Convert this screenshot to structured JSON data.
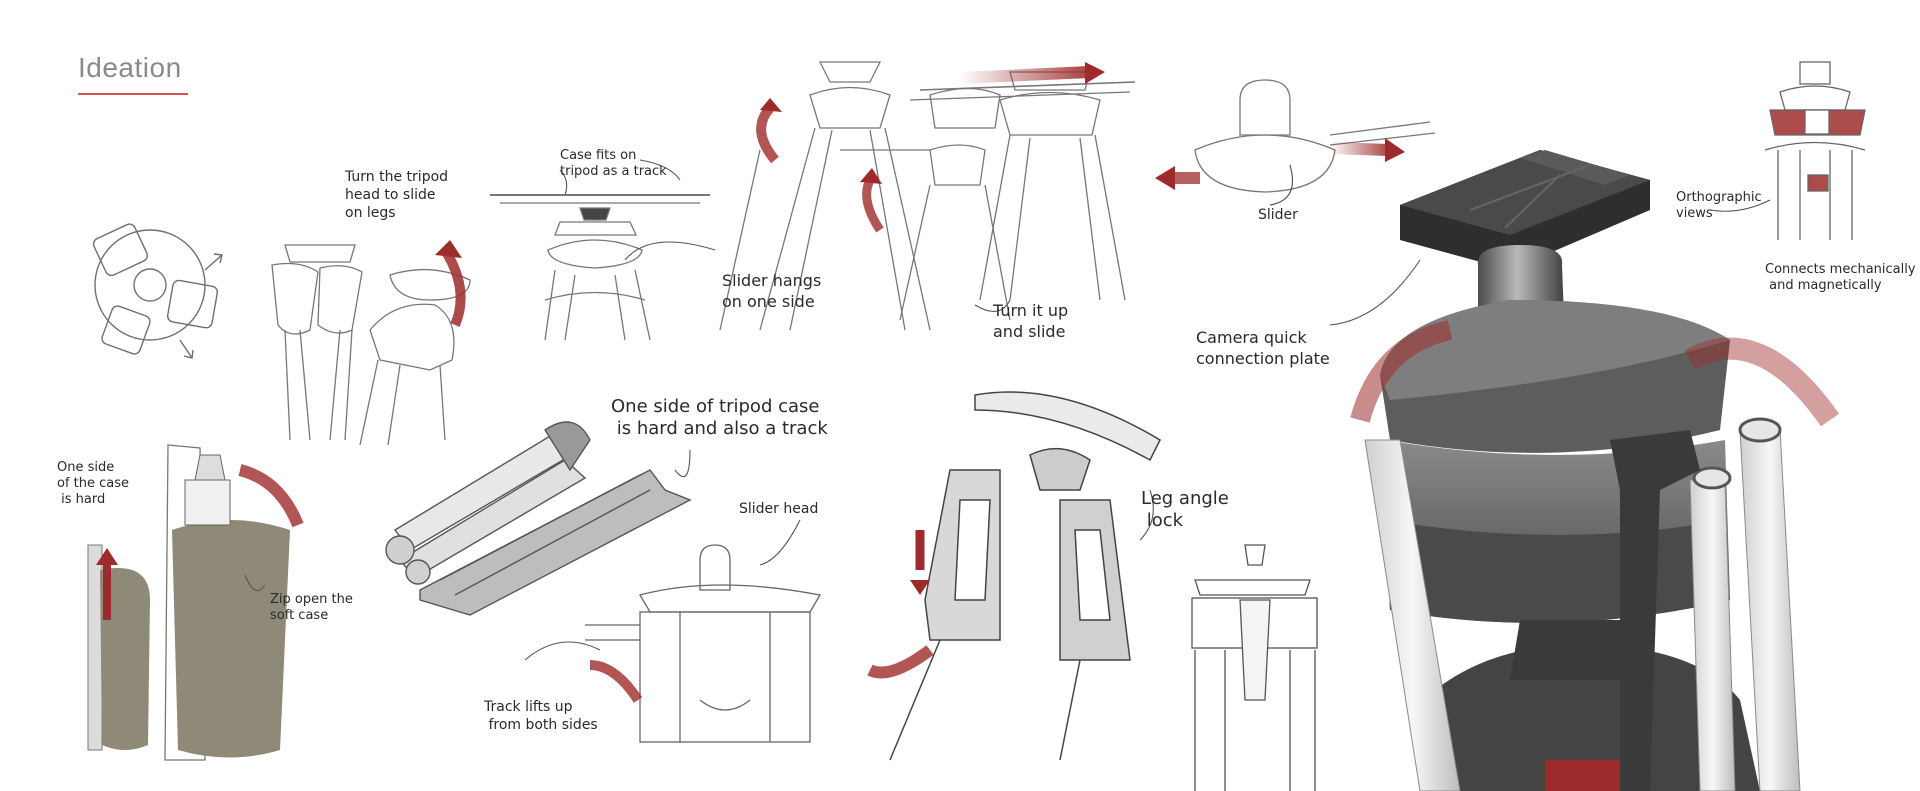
{
  "page": {
    "title": "Ideation"
  },
  "annotations": {
    "turn_head": "Turn the tripod\nhead to slide\non legs",
    "case_fits": "Case fits on\ntripod as a track",
    "slider_hangs": "Slider hangs\non one side",
    "turn_it_up": "Turn it up\nand slide",
    "slider": "Slider",
    "camera_plate": "Camera quick\nconnection plate",
    "orthographic": "Orthographic\nviews",
    "connects": "Connects mechanically\n and magnetically",
    "one_side_hard": "One side\nof the case\n is hard",
    "zip_open": "Zip open the\nsoft case",
    "case_track": "One side of tripod case\n is hard and also a track",
    "slider_head": "Slider head",
    "track_lifts": "Track lifts up\n from both sides",
    "leg_lock": "Leg angle\n lock"
  },
  "colors": {
    "accent_red": "#9e2b2b",
    "title_rule": "#d9534f",
    "sketch_line": "#6f6f6f",
    "render_dark": "#3a3a3a",
    "render_mid": "#6b6b6b",
    "soft_case": "#8f8a77"
  }
}
